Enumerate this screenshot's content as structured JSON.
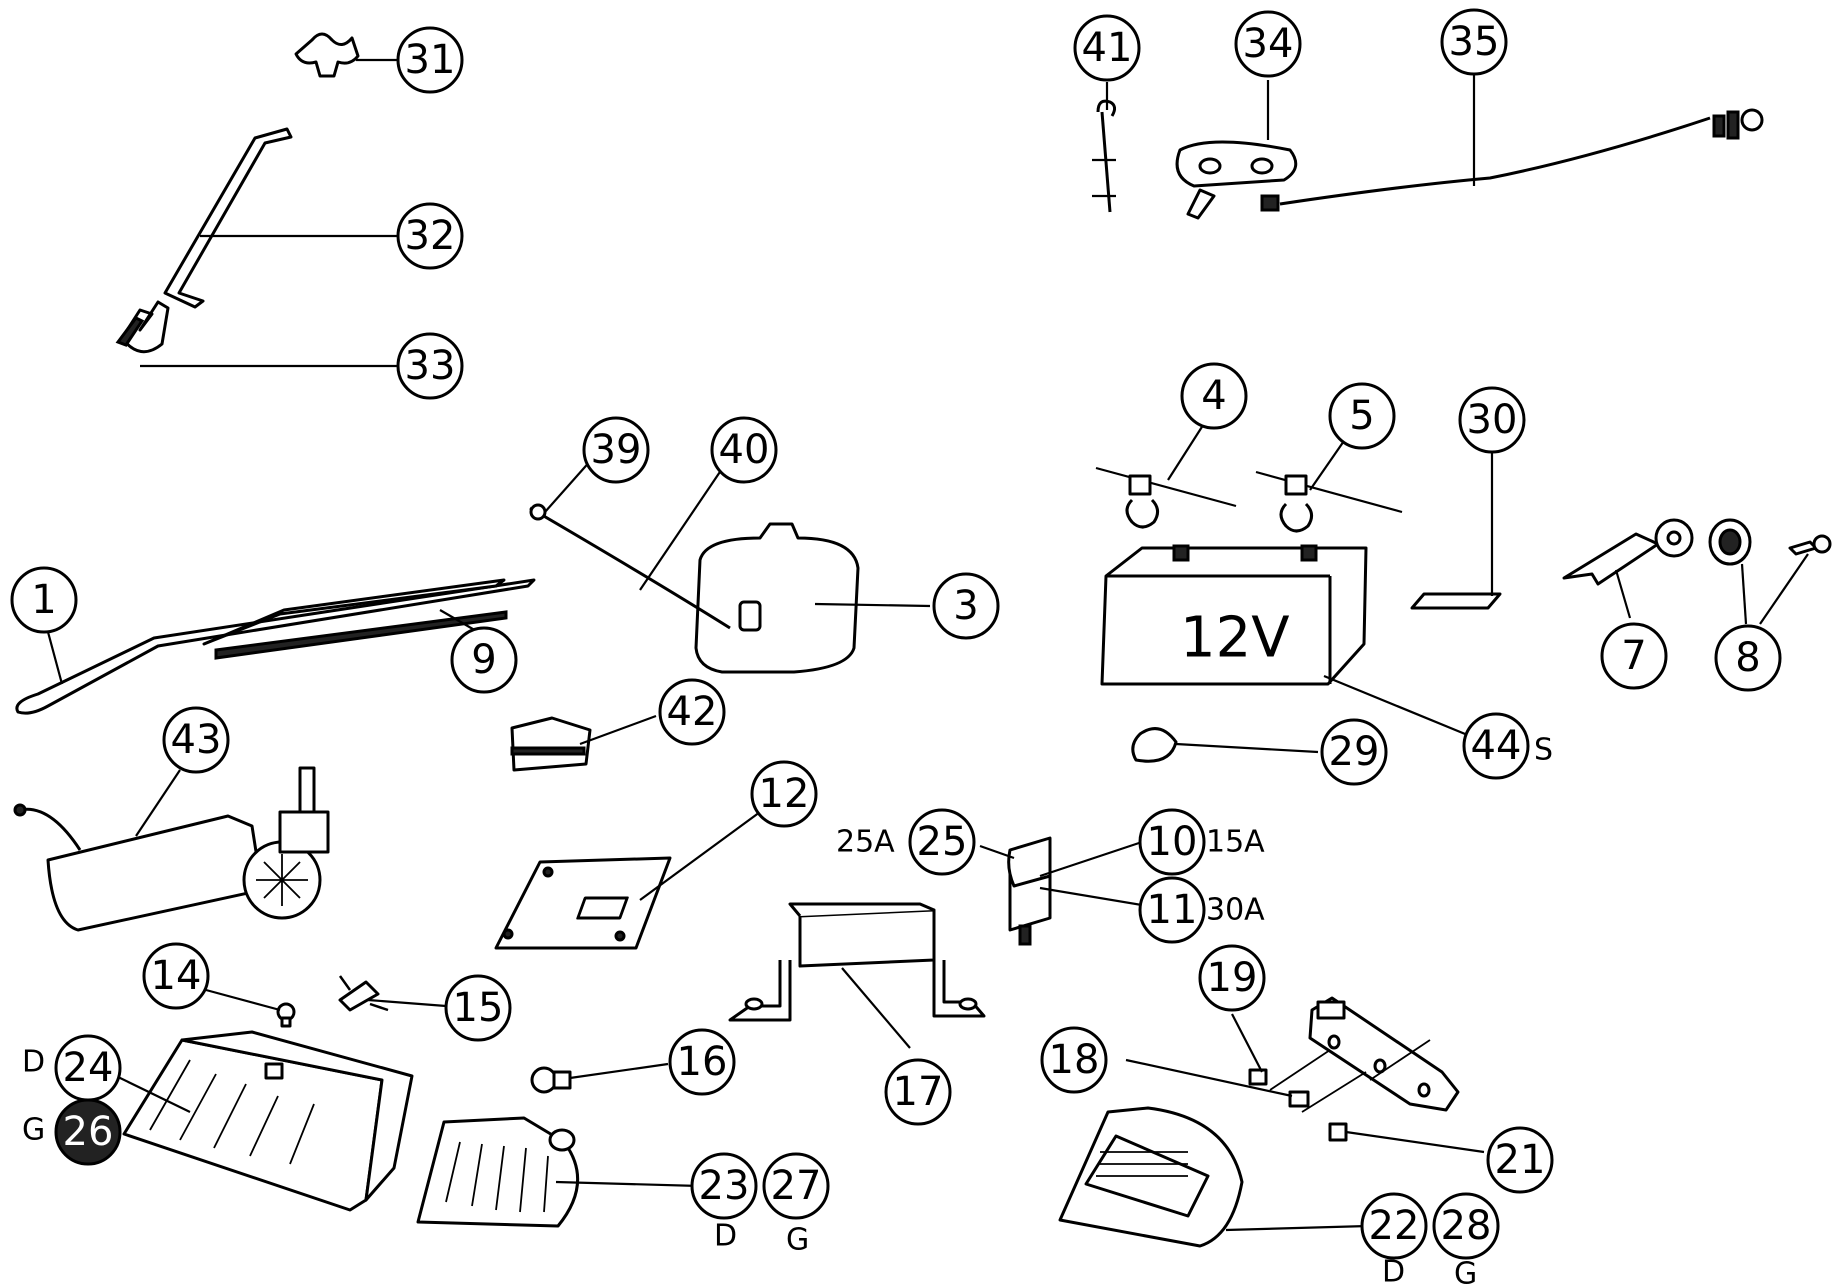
{
  "callouts": [
    {
      "id": "c1",
      "label": "1"
    },
    {
      "id": "c3",
      "label": "3"
    },
    {
      "id": "c4",
      "label": "4"
    },
    {
      "id": "c5",
      "label": "5"
    },
    {
      "id": "c7",
      "label": "7"
    },
    {
      "id": "c8",
      "label": "8"
    },
    {
      "id": "c9",
      "label": "9"
    },
    {
      "id": "c10",
      "label": "10"
    },
    {
      "id": "c11",
      "label": "11"
    },
    {
      "id": "c12",
      "label": "12"
    },
    {
      "id": "c14",
      "label": "14"
    },
    {
      "id": "c15",
      "label": "15"
    },
    {
      "id": "c16",
      "label": "16"
    },
    {
      "id": "c17",
      "label": "17"
    },
    {
      "id": "c18",
      "label": "18"
    },
    {
      "id": "c19",
      "label": "19"
    },
    {
      "id": "c21",
      "label": "21"
    },
    {
      "id": "c22",
      "label": "22"
    },
    {
      "id": "c23",
      "label": "23"
    },
    {
      "id": "c24",
      "label": "24"
    },
    {
      "id": "c25",
      "label": "25"
    },
    {
      "id": "c26",
      "label": "26"
    },
    {
      "id": "c27",
      "label": "27"
    },
    {
      "id": "c28",
      "label": "28"
    },
    {
      "id": "c29",
      "label": "29"
    },
    {
      "id": "c30",
      "label": "30"
    },
    {
      "id": "c31",
      "label": "31"
    },
    {
      "id": "c32",
      "label": "32"
    },
    {
      "id": "c33",
      "label": "33"
    },
    {
      "id": "c34",
      "label": "34"
    },
    {
      "id": "c35",
      "label": "35"
    },
    {
      "id": "c39",
      "label": "39"
    },
    {
      "id": "c40",
      "label": "40"
    },
    {
      "id": "c41",
      "label": "41"
    },
    {
      "id": "c42",
      "label": "42"
    },
    {
      "id": "c43",
      "label": "43"
    },
    {
      "id": "c44",
      "label": "44"
    }
  ],
  "side_labels": {
    "fuse25": "25A",
    "fuse10": "15A",
    "fuse11": "30A",
    "suffix44": "S",
    "d24": "D",
    "g26": "G",
    "d23": "D",
    "g27": "G",
    "d22": "D",
    "g28": "G"
  },
  "battery_text": "12V"
}
